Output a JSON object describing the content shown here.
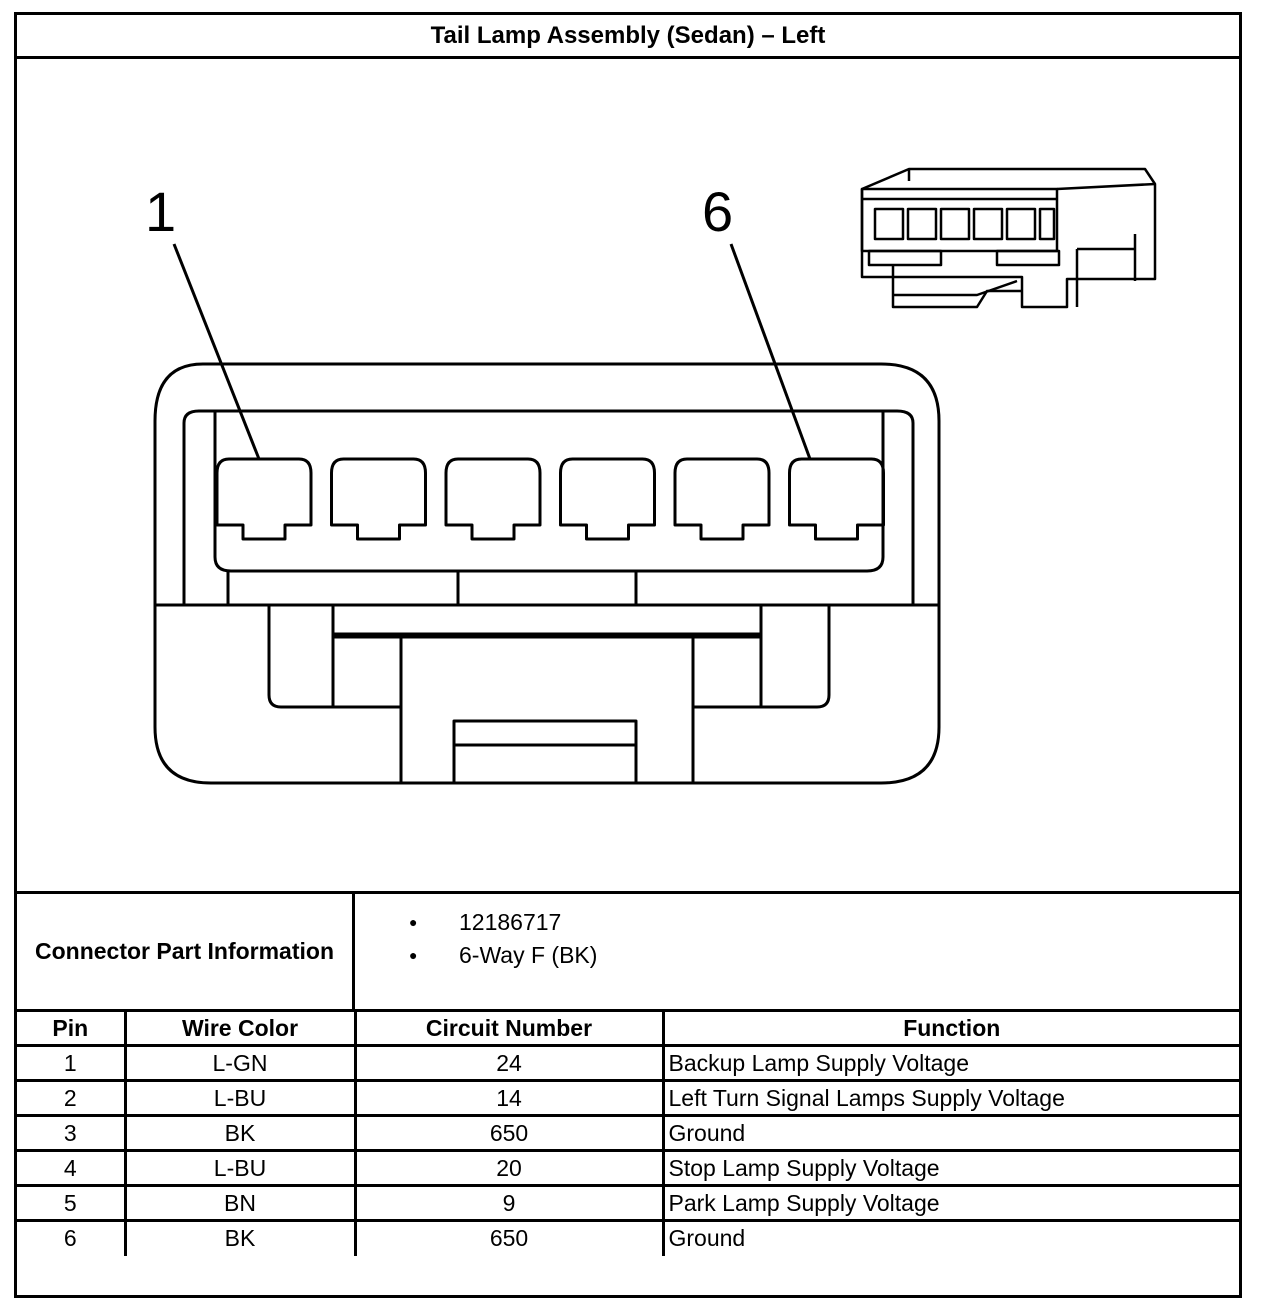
{
  "title": "Tail Lamp Assembly (Sedan) – Left",
  "diagram": {
    "callout_first": "1",
    "callout_last": "6",
    "cavity_count": 6
  },
  "connector_info": {
    "label": "Connector Part Information",
    "items": [
      "12186717",
      "6-Way F (BK)"
    ]
  },
  "table": {
    "headers": [
      "Pin",
      "Wire Color",
      "Circuit Number",
      "Function"
    ],
    "rows": [
      [
        "1",
        "L-GN",
        "24",
        "Backup Lamp Supply Voltage"
      ],
      [
        "2",
        "L-BU",
        "14",
        "Left Turn Signal Lamps Supply Voltage"
      ],
      [
        "3",
        "BK",
        "650",
        "Ground"
      ],
      [
        "4",
        "L-BU",
        "20",
        "Stop Lamp Supply Voltage"
      ],
      [
        "5",
        "BN",
        "9",
        "Park Lamp Supply Voltage"
      ],
      [
        "6",
        "BK",
        "650",
        "Ground"
      ]
    ]
  }
}
